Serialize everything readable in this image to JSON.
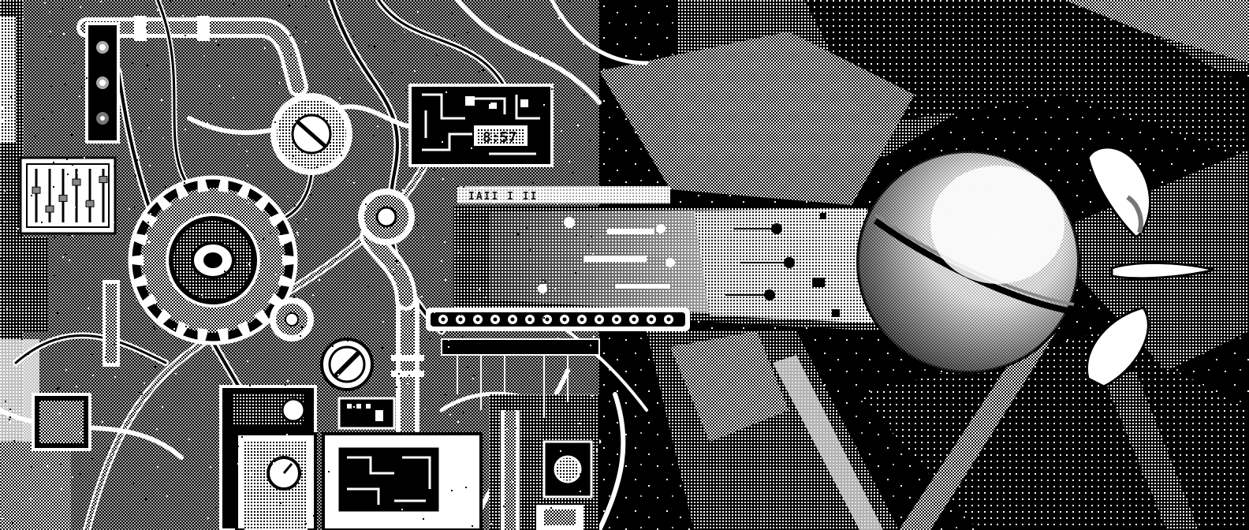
{
  "artwork": {
    "style": "1-bit dithered pixel art",
    "palette": {
      "black": "#000000",
      "white": "#ffffff",
      "dark_gray": "#1a1a1a",
      "mid_gray": "#7a7a7a"
    },
    "panel_display_text": "8:57",
    "sign_text": "IAII I II",
    "slider_levels": [
      0.6,
      0.25,
      0.45,
      0.75,
      0.35,
      0.8
    ]
  }
}
